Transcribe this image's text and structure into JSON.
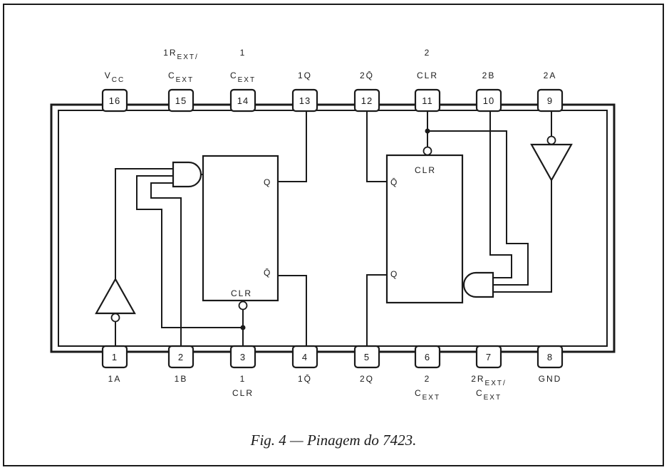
{
  "figure": {
    "caption": "Fig. 4 — Pinagem do 7423.",
    "chip": "7423"
  },
  "pins_top": [
    {
      "num": "16",
      "label": [
        "V",
        "CC"
      ]
    },
    {
      "num": "15",
      "label_top": [
        "1R",
        "EXT/"
      ],
      "label": [
        "C",
        "EXT"
      ]
    },
    {
      "num": "14",
      "label_top": [
        "1",
        ""
      ],
      "label": [
        "C",
        "EXT"
      ]
    },
    {
      "num": "13",
      "label": [
        "1Q",
        ""
      ]
    },
    {
      "num": "12",
      "label": [
        "2Q̄",
        ""
      ]
    },
    {
      "num": "11",
      "label_top": [
        "2",
        ""
      ],
      "label": [
        "CLR",
        ""
      ]
    },
    {
      "num": "10",
      "label": [
        "2B",
        ""
      ]
    },
    {
      "num": "9",
      "label": [
        "2A",
        ""
      ]
    }
  ],
  "pins_bottom": [
    {
      "num": "1",
      "label": [
        "1A",
        ""
      ]
    },
    {
      "num": "2",
      "label": [
        "1B",
        ""
      ]
    },
    {
      "num": "3",
      "label": [
        "1",
        ""
      ],
      "label2": [
        "CLR",
        ""
      ]
    },
    {
      "num": "4",
      "label": [
        "1Q̄",
        ""
      ]
    },
    {
      "num": "5",
      "label": [
        "2Q",
        ""
      ]
    },
    {
      "num": "6",
      "label": [
        "2",
        ""
      ],
      "label2": [
        "C",
        "EXT"
      ]
    },
    {
      "num": "7",
      "label": [
        "2R",
        "EXT/"
      ],
      "label2": [
        "C",
        "EXT"
      ]
    },
    {
      "num": "8",
      "label": [
        "GND",
        ""
      ]
    }
  ],
  "flipflop1": {
    "q": "Q",
    "qbar": "Q̄",
    "clr": "CLR"
  },
  "flipflop2": {
    "q": "Q",
    "qbar": "Q̄",
    "clr": "CLR"
  }
}
